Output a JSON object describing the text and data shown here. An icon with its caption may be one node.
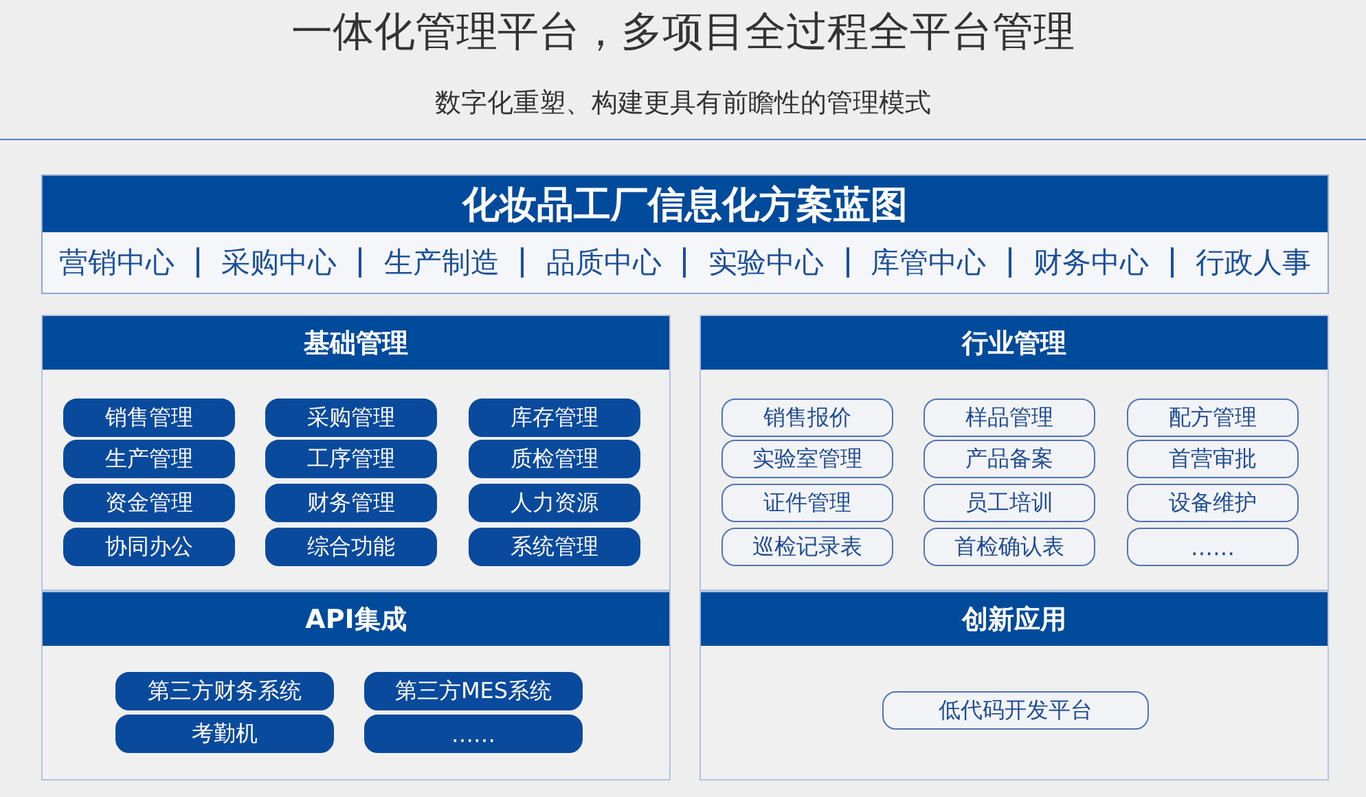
{
  "diagram": {
    "title": "一体化管理平台，多项目全过程全平台管理",
    "nodes": [
      {
        "text": [
          "化妆品工厂信息化方案蓝图",
          "营销中心",
          "采购中心",
          "生产制造",
          "品质中心",
          "实验中心",
          "库管中心",
          "财务中心",
          "行政人事"
        ]
      },
      {
        "text": [
          "基础管理"
        ]
      },
      {
        "text": [
          "销售管理"
        ],
        "in": 1
      },
      {
        "text": [
          "采购管理"
        ],
        "in": 1
      },
      {
        "text": [
          "库存管理"
        ],
        "in": 1
      },
      {
        "text": [
          "生产管理"
        ],
        "in": 1
      },
      {
        "text": [
          "工序管理"
        ],
        "in": 1
      },
      {
        "text": [
          "质检管理"
        ],
        "in": 1
      },
      {
        "text": [
          "资金管理"
        ],
        "in": 1
      },
      {
        "text": [
          "财务管理"
        ],
        "in": 1
      },
      {
        "text": [
          "人力资源"
        ],
        "in": 1
      },
      {
        "text": [
          "协同办公"
        ],
        "in": 1
      },
      {
        "text": [
          "综合功能"
        ],
        "in": 1
      },
      {
        "text": [
          "系统管理"
        ],
        "in": 1
      },
      {
        "text": [
          "行业管理"
        ]
      },
      {
        "text": [
          "销售报价"
        ],
        "in": 14
      },
      {
        "text": [
          "样品管理"
        ],
        "in": 14
      },
      {
        "text": [
          "配方管理"
        ],
        "in": 14
      },
      {
        "text": [
          "实验室管理"
        ],
        "in": 14
      },
      {
        "text": [
          "产品备案"
        ],
        "in": 14
      },
      {
        "text": [
          "首营审批"
        ],
        "in": 14
      },
      {
        "text": [
          "证件管理"
        ],
        "in": 14
      },
      {
        "text": [
          "员工培训"
        ],
        "in": 14
      },
      {
        "text": [
          "设备维护"
        ],
        "in": 14
      },
      {
        "text": [
          "巡检记录表"
        ],
        "in": 14
      },
      {
        "text": [
          "首检确认表"
        ],
        "in": 14
      },
      {
        "text": [
          "……"
        ],
        "in": 14
      },
      {
        "text": [
          "API集成"
        ]
      },
      {
        "text": [
          "第三方财务系统"
        ],
        "in": 27
      },
      {
        "text": [
          "第三方MES系统"
        ],
        "in": 27
      },
      {
        "text": [
          "考勤机"
        ],
        "in": 27
      },
      {
        "text": [
          "……"
        ],
        "in": 27
      },
      {
        "text": [
          "创新应用"
        ]
      },
      {
        "text": [
          "低代码开发平台"
        ],
        "in": 32
      }
    ],
    "labels": [
      "数字化重塑、构建更具有前瞻性的管理模式"
    ]
  }
}
